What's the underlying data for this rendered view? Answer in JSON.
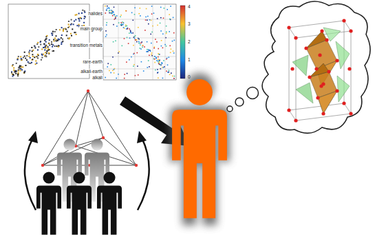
{
  "diagram": {
    "labels": [
      "halides",
      "main group",
      "transition metals",
      "rare-earth",
      "alkali-earth",
      "alkali",
      "4",
      "3",
      "2",
      "1",
      "0"
    ]
  }
}
